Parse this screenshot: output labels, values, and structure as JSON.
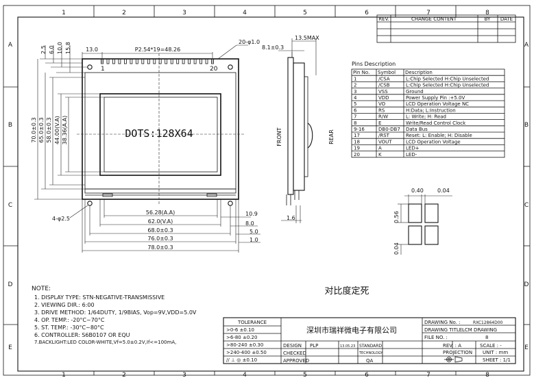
{
  "frame": {
    "columns": [
      "1",
      "2",
      "3",
      "4",
      "5",
      "6",
      "7",
      "8"
    ],
    "rows": [
      "A",
      "B",
      "C",
      "D",
      "E"
    ]
  },
  "revision_table": {
    "headers": [
      "REV.",
      "CHANGE CONTENT",
      "BY",
      "DATE"
    ]
  },
  "front_view": {
    "dots_label": "DOTS:128X64",
    "pin_first": "1",
    "pin_last": "20",
    "dims_top": [
      "13.0",
      "P2.54*19=48.26",
      "20-φ1.0"
    ],
    "dims_left": [
      "2.5",
      "6.0",
      "10.0",
      "15.8"
    ],
    "dims_vertical": [
      "70.0±0.3",
      "65.0±0.3",
      "58.0±0.3",
      "44.00(V.A)",
      "38.36(A.A)"
    ],
    "holes_label": "4-φ2.5",
    "dims_bottom": [
      "56.28(A.A)",
      "62.0(V.A)",
      "68.0±0.3",
      "76.0±0.3",
      "78.0±0.3"
    ],
    "dims_right": [
      "10.9",
      "8.0",
      "5.0",
      "1.0"
    ]
  },
  "side_view": {
    "dims": [
      "13.5MAX",
      "8.1±0.3",
      "1.6"
    ],
    "front_label": "FRONT",
    "rear_label": "REAR"
  },
  "pins": {
    "title": "Pins Description",
    "headers": [
      "Pin No.",
      "Symbol",
      "Description"
    ],
    "rows": [
      {
        "no": "1",
        "sym": "/CSA",
        "desc": "L:Chip Selected H:Chip Unselected"
      },
      {
        "no": "2",
        "sym": "/CSB",
        "desc": "L:Chip Selected H:Chip Unselected"
      },
      {
        "no": "3",
        "sym": "VSS",
        "desc": "Ground"
      },
      {
        "no": "4",
        "sym": "VDD",
        "desc": "Power Supply Pin :+5.0V"
      },
      {
        "no": "5",
        "sym": "VO",
        "desc": "LCD Operation Voltage  NC"
      },
      {
        "no": "6",
        "sym": "RS",
        "desc": "H:Data; L:Instruction"
      },
      {
        "no": "7",
        "sym": "R/W",
        "desc": "L: Write; H: Read"
      },
      {
        "no": "8",
        "sym": "E",
        "desc": "Write/Read Control Clock"
      },
      {
        "no": "9-16",
        "sym": "DB0-DB7",
        "desc": "Data Bus"
      },
      {
        "no": "17",
        "sym": "/RST",
        "desc": "Reset:  L: Enable; H: Disable"
      },
      {
        "no": "18",
        "sym": "VOUT",
        "desc": "LCD Operation Voltage"
      },
      {
        "no": "19",
        "sym": "A",
        "desc": "LED+"
      },
      {
        "no": "20",
        "sym": "K",
        "desc": "LED-"
      }
    ]
  },
  "dot_detail": {
    "dims": [
      "0.40",
      "0.04",
      "0.56",
      "0.04"
    ]
  },
  "contrast_label": "对比度定死",
  "notes": {
    "title": "NOTE:",
    "items": [
      "1. DISPLAY TYPE: STN-NEGATIVE-TRANSMISSIVE",
      "2. VIEWING DIR.: 6:00",
      "3. DRIVE METHOD: 1/64DUTY, 1/9BIAS, Vop=9V,VDD=5.0V",
      "4. OP. TEMP.: -20°C~70°C",
      "5. ST. TEMP.: -30°C~80°C",
      "6. CONTROLLER: S6B0107 OR EQU",
      "7.BACKLIGHT:LED COLOR-WHITE,Vf=5.0±0.2V,If<=100mA,"
    ]
  },
  "title_block": {
    "tolerance_header": "TOLERANCE",
    "tolerances": [
      ">0-6  ±0.10",
      ">6-80 ±0.20",
      ">80-240 ±0.30",
      ">240-400 ±0.50",
      "// ⊥ ◎ ±0.10"
    ],
    "company": "深圳市瑞祥微电子有限公司",
    "design_label": "DESIGN",
    "design_value": "PLP",
    "design_date": "13.05.23",
    "standard": "STANDARD",
    "checked": "CHECKED",
    "technology": "TECHNOLOGY",
    "approved": "APPROVED",
    "qa": "QA",
    "drawing_no_label": "DRAWING No. :",
    "drawing_no_value": "RXC12864D00",
    "drawing_title_label": "DRAWING TITLE:",
    "drawing_title_value": "LCM DRAWING",
    "file_no_label": "FILE NO. :",
    "file_no_value": "8",
    "rev_label": "REV. : A",
    "scale_label": "SCALE : -",
    "projection_label": "PROJECTION",
    "unit_label": "UNIT : mm",
    "sheet_label": "SHEET : 1/1"
  }
}
